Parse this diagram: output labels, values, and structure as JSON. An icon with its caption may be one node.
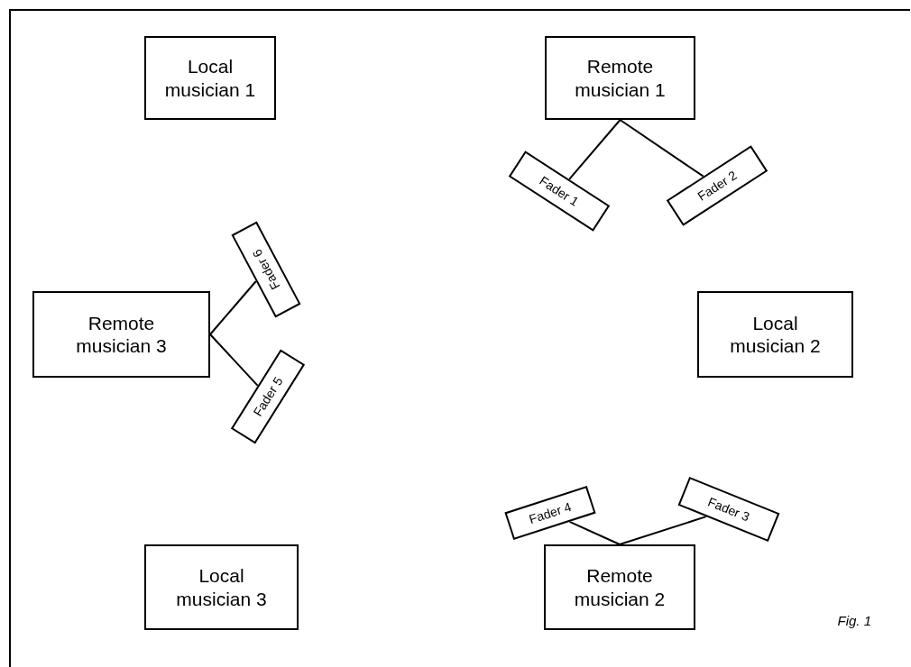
{
  "diagram": {
    "caption": "Fig. 1",
    "nodes": [
      {
        "text": [
          "Local musician 1"
        ]
      },
      {
        "text": [
          "Remote musician 1"
        ]
      },
      {
        "text": [
          "Fader 1"
        ]
      },
      {
        "text": [
          "Fader 2"
        ]
      },
      {
        "text": [
          "Remote musician 3"
        ]
      },
      {
        "text": [
          "Fader 6"
        ]
      },
      {
        "text": [
          "Fader 5"
        ]
      },
      {
        "text": [
          "Local musician 2"
        ]
      },
      {
        "text": [
          "Fader 4"
        ]
      },
      {
        "text": [
          "Fader 3"
        ]
      },
      {
        "text": [
          "Remote musician 2"
        ]
      },
      {
        "text": [
          "Local musician 3"
        ]
      }
    ],
    "edges": [
      {
        "from": 1,
        "to": 2,
        "arrow": "none"
      },
      {
        "from": 1,
        "to": 3,
        "arrow": "none"
      },
      {
        "from": 4,
        "to": 5,
        "arrow": "none"
      },
      {
        "from": 4,
        "to": 6,
        "arrow": "none"
      },
      {
        "from": 10,
        "to": 8,
        "arrow": "none"
      },
      {
        "from": 10,
        "to": 9,
        "arrow": "none"
      }
    ]
  }
}
